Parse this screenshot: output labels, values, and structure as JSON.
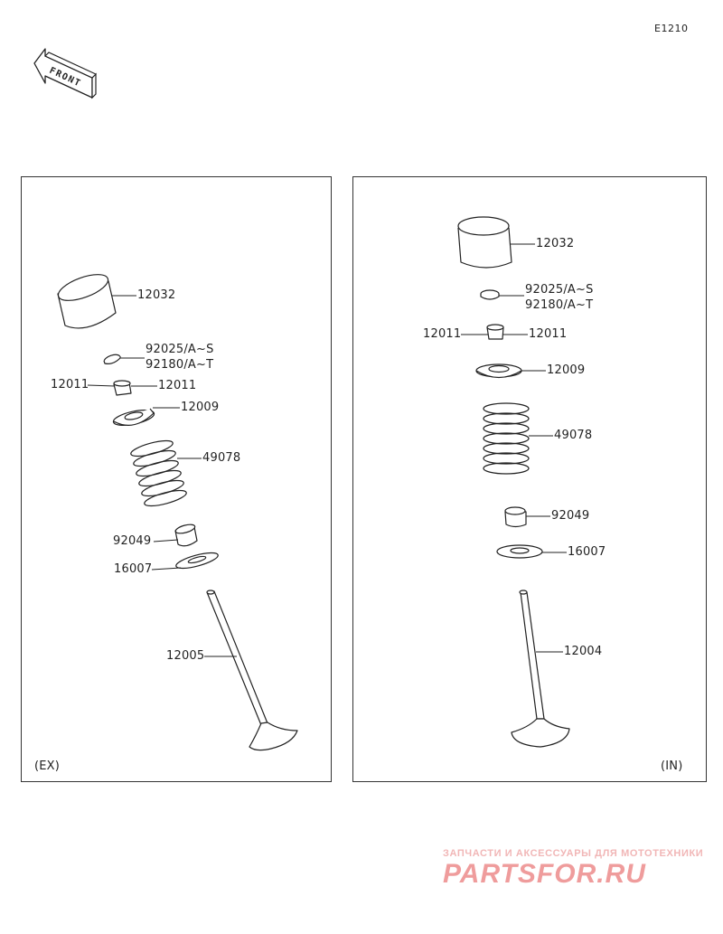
{
  "diagram_code": "E1210",
  "front_label": "FRONT",
  "panels": {
    "ex": {
      "label": "(EX)",
      "parts": {
        "tappet": "12032",
        "shim_a": "92025/A~S",
        "shim_b": "92180/A~T",
        "cotter_left": "12011",
        "cotter_right": "12011",
        "retainer": "12009",
        "spring": "49078",
        "seal": "92049",
        "seat": "16007",
        "valve": "12005"
      }
    },
    "in": {
      "label": "(IN)",
      "parts": {
        "tappet": "12032",
        "shim_a": "92025/A~S",
        "shim_b": "92180/A~T",
        "cotter_left": "12011",
        "cotter_right": "12011",
        "retainer": "12009",
        "spring": "49078",
        "seal": "92049",
        "seat": "16007",
        "valve": "12004"
      }
    }
  },
  "watermark": {
    "line1": "ЗАПЧАСТИ И АКСЕССУАРЫ ДЛЯ МОТОТЕХНИКИ",
    "line2": "PARTSFOR.RU"
  }
}
